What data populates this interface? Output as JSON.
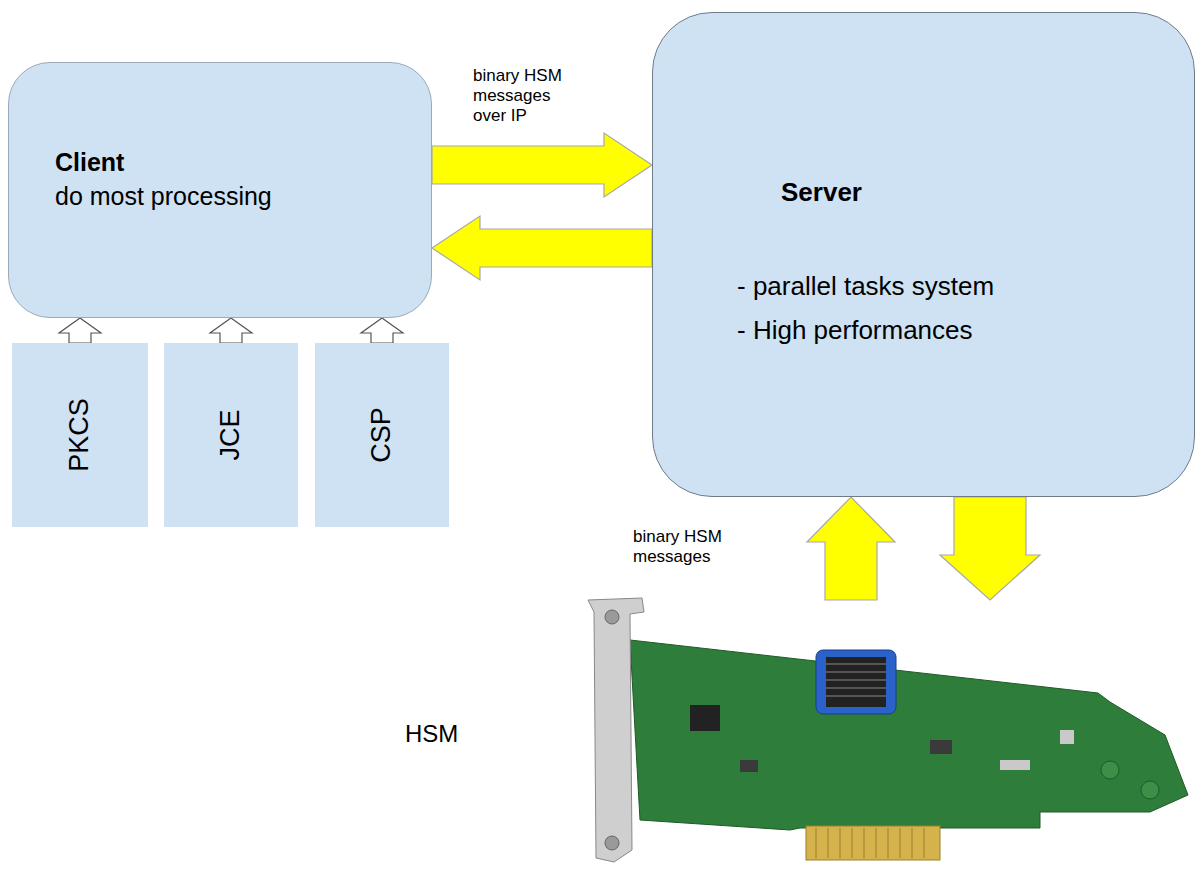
{
  "diagram": {
    "nodes": [
      {
        "text": [
          "Client",
          "do most processing"
        ]
      },
      {
        "text": [
          "PKCS"
        ]
      },
      {
        "text": [
          "JCE"
        ]
      },
      {
        "text": [
          "CSP"
        ]
      },
      {
        "text": [
          "Server",
          "- parallel tasks system",
          "- High performances"
        ]
      },
      {
        "text": [
          "HSM"
        ]
      }
    ],
    "edges": [
      {
        "from": 0,
        "to": 4,
        "arrow": "to",
        "label": "binary HSM messages over IP"
      },
      {
        "from": 4,
        "to": 0,
        "arrow": "to"
      },
      {
        "from": 1,
        "to": 0,
        "arrow": "to"
      },
      {
        "from": 2,
        "to": 0,
        "arrow": "to"
      },
      {
        "from": 3,
        "to": 0,
        "arrow": "to"
      },
      {
        "from": 5,
        "to": 4,
        "arrow": "to",
        "label": "binary HSM messages"
      },
      {
        "from": 4,
        "to": 5,
        "arrow": "to"
      }
    ]
  }
}
